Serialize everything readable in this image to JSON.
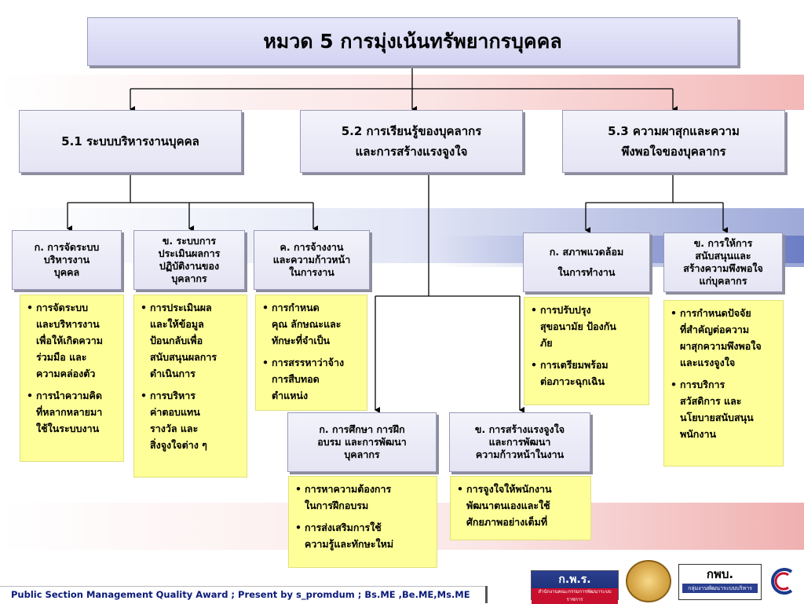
{
  "title": "หมวด 5 การมุ่งเน้นทรัพยากรบุคคล",
  "sections": {
    "s51": {
      "label": "5.1 ระบบบริหารงานบุคคล"
    },
    "s52": {
      "line1": "5.2 การเรียนรู้ของบุคลากร",
      "line2": "และการสร้างแรงจูงใจ"
    },
    "s53": {
      "line1": "5.3 ความผาสุกและความ",
      "line2": "พึงพอใจของบุคลากร"
    }
  },
  "sub": {
    "s51a": {
      "lines": [
        "ก. การจัดระบบ",
        "บริหารงาน",
        "บุคคล"
      ]
    },
    "s51b": {
      "lines": [
        "ข. ระบบการ",
        "ประเมินผลการ",
        "ปฏิบัติงานของ",
        "บุคลากร"
      ]
    },
    "s51c": {
      "lines": [
        "ค. การจ้างงาน",
        "และความก้าวหน้า",
        "ในการงาน"
      ]
    },
    "s52a": {
      "lines": [
        "ก. การศึกษา การฝึก",
        "อบรม และการพัฒนา",
        "บุคลากร"
      ]
    },
    "s52b": {
      "lines": [
        "ข. การสร้างแรงจูงใจ",
        "และการพัฒนา",
        "ความก้าวหน้าในงาน"
      ]
    },
    "s53a": {
      "lines": [
        "ก. สภาพแวดล้อม",
        "ในการทำงาน"
      ]
    },
    "s53b": {
      "lines": [
        "ข. การให้การ",
        "สนับสนุนและ",
        "สร้างความพึงพอใจ",
        "แก่บุคลากร"
      ]
    }
  },
  "notes": {
    "n51a": [
      [
        "การจัดระบบ",
        "และบริหารงาน",
        "เพื่อให้เกิดความ",
        "ร่วมมือ และ",
        "ความคล่องตัว"
      ],
      [
        "การนำความคิด",
        "ที่หลากหลายมา",
        "ใช้ในระบบงาน"
      ]
    ],
    "n51b": [
      [
        "การประเมินผล",
        "และให้ข้อมูล",
        "ป้อนกลับเพื่อ",
        "สนับสนุนผลการ",
        "ดำเนินการ"
      ],
      [
        "การบริหาร",
        "ค่าตอบแทน",
        "รางวัล และ",
        "สิ่งจูงใจต่าง ๆ"
      ]
    ],
    "n51c": [
      [
        "การกำหนด",
        "คุณ ลักษณะและ",
        "ทักษะที่จำเป็น"
      ],
      [
        "การสรรหาว่าจ้าง",
        "การสืบทอด",
        "ตำแหน่ง"
      ]
    ],
    "n52a": [
      [
        "การหาความต้องการ",
        "ในการฝึกอบรม"
      ],
      [
        "การส่งเสริมการใช้",
        "ความรู้และทักษะใหม่"
      ]
    ],
    "n52b": [
      [
        "การจูงใจให้พนักงาน",
        "พัฒนาตนเองและใช้",
        "ศักยภาพอย่างเต็มที่"
      ]
    ],
    "n53a": [
      [
        "การปรับปรุง",
        "สุขอนามัย ป้องกัน",
        "ภัย"
      ],
      [
        "การเตรียมพร้อม",
        "ต่อภาวะฉุกเฉิน"
      ]
    ],
    "n53b": [
      [
        "การกำหนดปัจจัย",
        "ที่สำคัญต่อความ",
        "ผาสุกความพึงพอใจ",
        "และแรงจูงใจ"
      ],
      [
        "การบริการ",
        "สวัสดิการ และ",
        "นโยบายสนับสนุน",
        "พนักงาน"
      ]
    ]
  },
  "footer": "Public Section Management Quality Award  ; Present by s_promdum ; Bs.ME ,Be.ME,Ms.ME",
  "logos": {
    "kpr": {
      "label": "ก.พ.ร.",
      "sub": "สำนักงานคณะกรรมการพัฒนาระบบราชการ"
    },
    "kpb": {
      "label": "กพบ.",
      "sub": "กลุ่มงานพัฒนาระบบบริหาร"
    }
  }
}
